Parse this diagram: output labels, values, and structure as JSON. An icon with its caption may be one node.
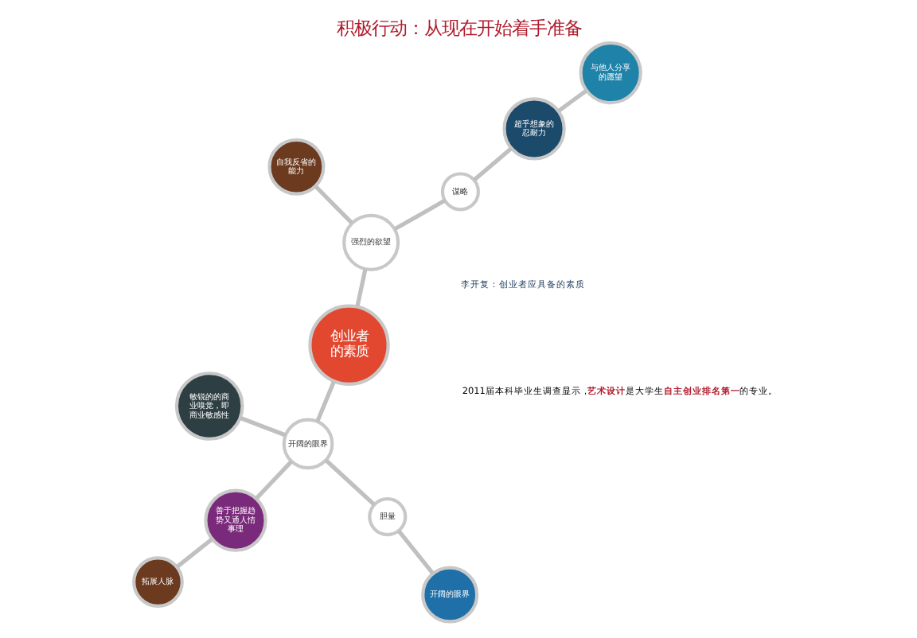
{
  "diagram": {
    "title": "积极行动：从现在开始着手准备",
    "caption": "李开复：创业者应具备的素质",
    "nodes": [
      {
        "text": [
          "创业者的素质"
        ]
      },
      {
        "text": [
          "超乎想象的忍耐力"
        ]
      },
      {
        "text": [
          "与他人分享的愿望"
        ]
      },
      {
        "text": [
          "谋略"
        ]
      },
      {
        "text": [
          "强烈的欲望"
        ]
      },
      {
        "text": [
          "自我反省的能力"
        ]
      },
      {
        "text": [
          "善于把握趋势又通人情事理"
        ]
      },
      {
        "text": [
          "拓展人脉"
        ]
      },
      {
        "text": [
          "开阔的眼界"
        ]
      },
      {
        "text": [
          "胆量"
        ]
      },
      {
        "text": [
          "开阔的眼界"
        ]
      },
      {
        "text": [
          "敏锐的的商业嗅觉，即商业敏感性"
        ]
      }
    ],
    "edges": [
      {
        "from": 2,
        "to": 1,
        "arrow": "none"
      },
      {
        "from": 1,
        "to": 3,
        "arrow": "none"
      },
      {
        "from": 3,
        "to": 4,
        "arrow": "none"
      },
      {
        "from": 5,
        "to": 4,
        "arrow": "none"
      },
      {
        "from": 4,
        "to": 0,
        "arrow": "none"
      },
      {
        "from": 0,
        "to": 8,
        "arrow": "none"
      },
      {
        "from": 6,
        "to": 8,
        "arrow": "none"
      },
      {
        "from": 6,
        "to": 7,
        "arrow": "none"
      },
      {
        "from": 8,
        "to": 11,
        "arrow": "none"
      },
      {
        "from": 8,
        "to": 9,
        "arrow": "none"
      },
      {
        "from": 9,
        "to": 10,
        "arrow": "none"
      }
    ],
    "labels": [
      "2011届本科毕业生调查显示，**艺术设计**是大学生**自主创业排名第一**的专业。"
    ]
  }
}
